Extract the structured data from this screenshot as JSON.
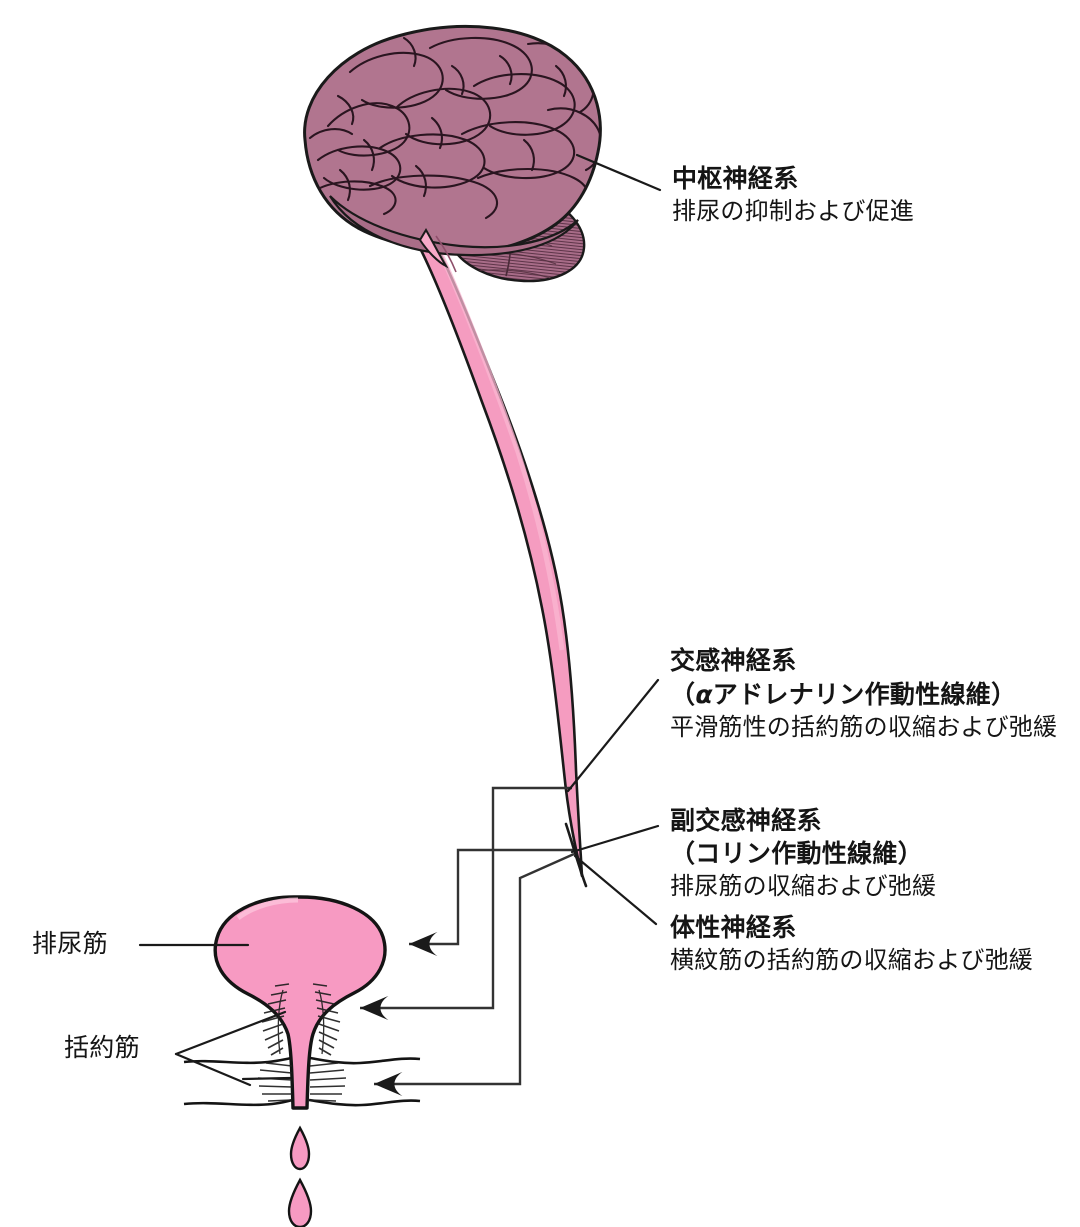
{
  "diagram": {
    "title_semantic": "lower-urinary-tract-innervation-diagram",
    "background_color": "#ffffff"
  },
  "colors": {
    "brain_fill": "#b1758f",
    "brain_fill_dark": "#9c6480",
    "spinal_cord_fill": "#f59cc0",
    "bladder_fill": "#f79ac2",
    "outline": "#1a1a1a",
    "text": "#151515",
    "connector": "#333333"
  },
  "labels": {
    "cns": {
      "title": "中枢神経系",
      "desc": "排尿の抑制および促進"
    },
    "sympathetic": {
      "title": "交感神経系",
      "sub_open": "（",
      "sub_alpha": "α",
      "sub_rest": "アドレナリン作動性線維）",
      "sub_full": "（αアドレナリン作動性線維）",
      "desc": "平滑筋性の括約筋の収縮および弛緩"
    },
    "parasympathetic": {
      "title": "副交感神経系",
      "sub": "（コリン作動性線維）",
      "desc": "排尿筋の収縮および弛緩"
    },
    "somatic": {
      "title": "体性神経系",
      "desc": "横紋筋の括約筋の収縮および弛緩"
    },
    "detrusor": {
      "title": "排尿筋"
    },
    "sphincter": {
      "title": "括約筋"
    }
  },
  "anatomy": {
    "brain": "brain-illustration",
    "cerebellum": "cerebellum",
    "spinal_cord": "spinal-cord",
    "bladder": "urinary-bladder",
    "urethra": "urethra",
    "internal_sphincter": "internal-sphincter-muscle",
    "external_sphincter": "external-sphincter-muscle",
    "pelvic_floor": "pelvic-floor",
    "urine_drops": "urine-drops"
  },
  "connectors": {
    "parasympathetic_to_detrusor": "arrow-to-detrusor",
    "sympathetic_to_internal_sphincter": "arrow-to-internal-sphincter",
    "somatic_to_external_sphincter": "arrow-to-external-sphincter"
  }
}
